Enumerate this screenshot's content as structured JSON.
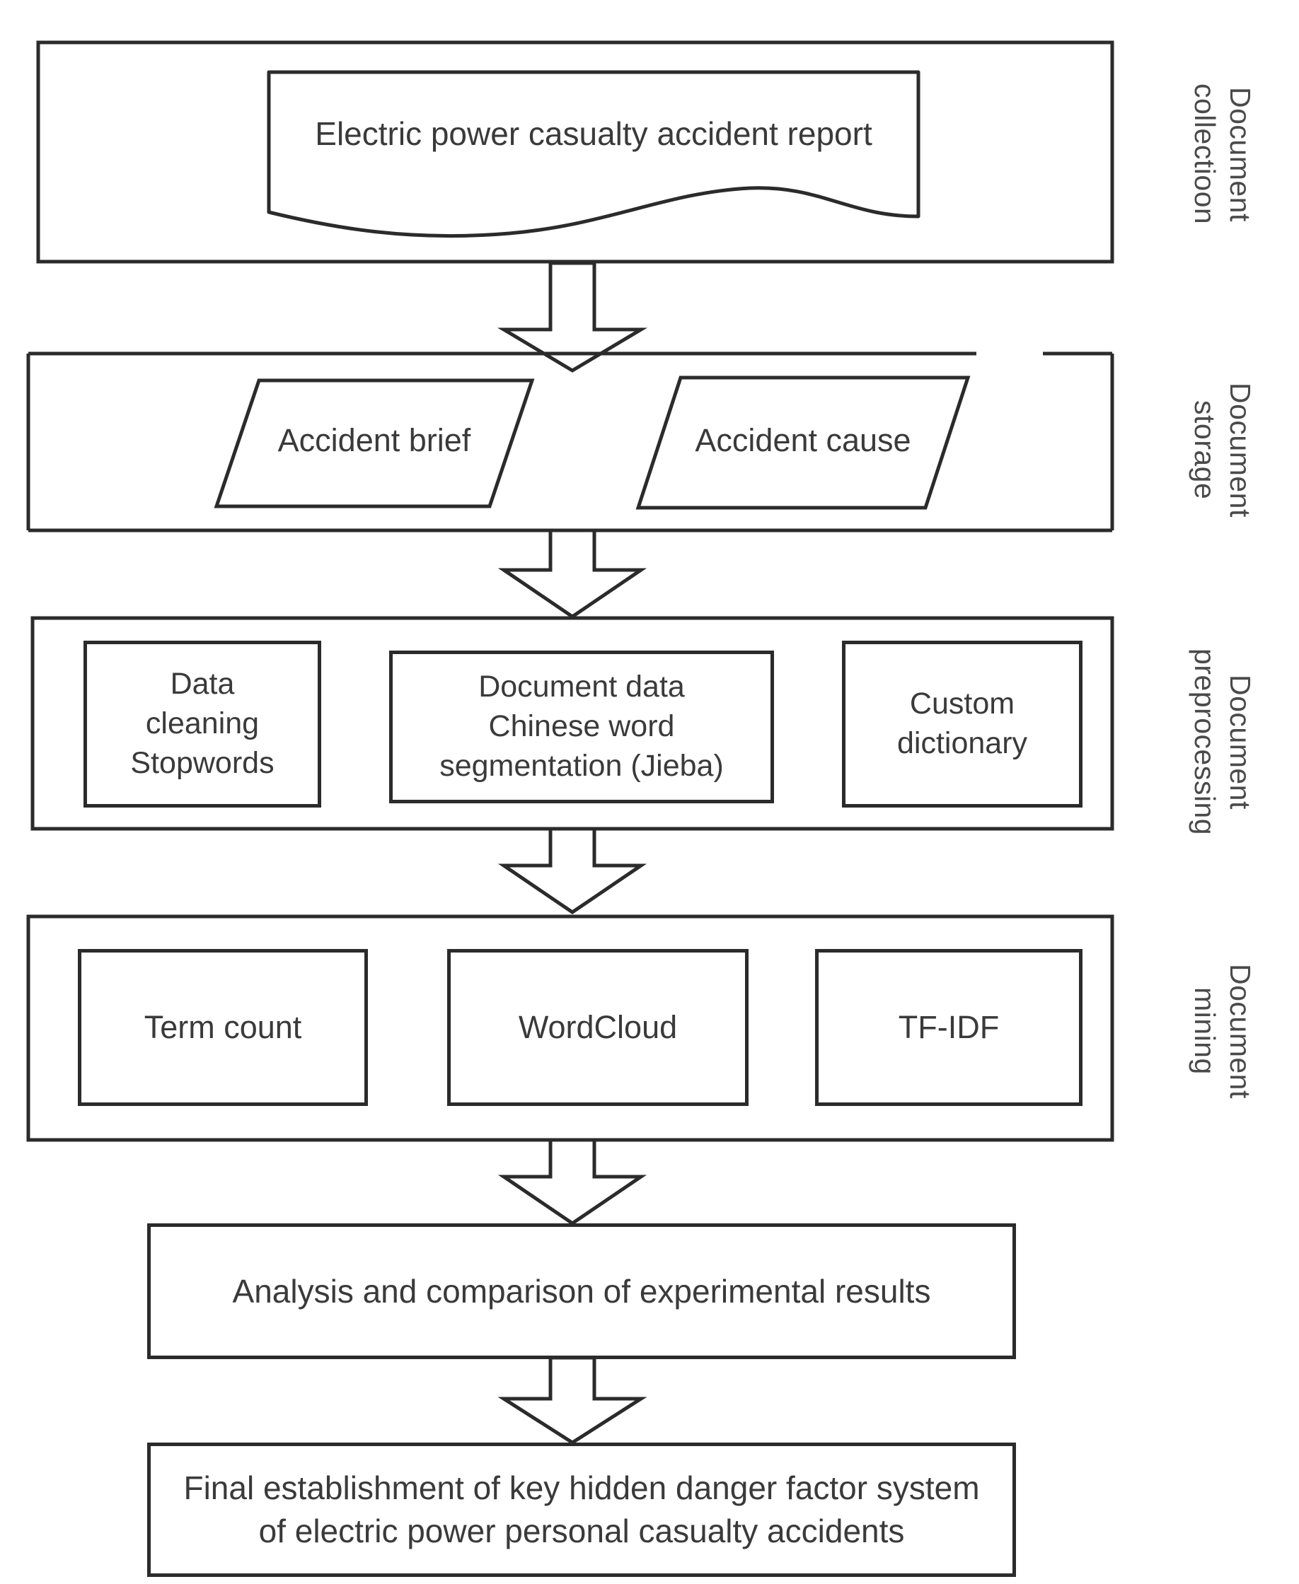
{
  "figure": {
    "type": "flowchart",
    "orientation": "vertical",
    "stages": [
      {
        "side_label": "Document\ncollectioon",
        "nodes": [
          {
            "label": "Electric power casualty accident report",
            "shape": "document"
          }
        ]
      },
      {
        "side_label": "Document\nstorage",
        "nodes": [
          {
            "label": "Accident brief",
            "shape": "parallelogram"
          },
          {
            "label": "Accident cause",
            "shape": "parallelogram"
          }
        ]
      },
      {
        "side_label": "Document\npreprocessing",
        "nodes": [
          {
            "label": "Data\ncleaning\nStopwords",
            "shape": "rectangle"
          },
          {
            "label": "Document data\nChinese word\nsegmentation (Jieba)",
            "shape": "rectangle"
          },
          {
            "label": "Custom\ndictionary",
            "shape": "rectangle"
          }
        ]
      },
      {
        "side_label": "Document\nmining",
        "nodes": [
          {
            "label": "Term count",
            "shape": "rectangle"
          },
          {
            "label": "WordCloud",
            "shape": "rectangle"
          },
          {
            "label": "TF-IDF",
            "shape": "rectangle"
          }
        ]
      }
    ],
    "terminal_nodes": [
      {
        "label": "Analysis and comparison of experimental results",
        "shape": "rectangle"
      },
      {
        "label": "Final establishment of key hidden danger factor system\nof electric power personal casualty accidents",
        "shape": "rectangle"
      }
    ],
    "connectors": [
      {
        "name": "arrow-collection-to-storage",
        "direction": "down"
      },
      {
        "name": "arrow-storage-to-preprocessing",
        "direction": "down"
      },
      {
        "name": "arrow-preprocessing-to-mining",
        "direction": "down"
      },
      {
        "name": "arrow-mining-to-analysis",
        "direction": "down"
      },
      {
        "name": "arrow-analysis-to-final",
        "direction": "down"
      }
    ],
    "colors": {
      "stroke": "#2b2b2b",
      "text": "#3a3a3a",
      "background": "#ffffff"
    }
  }
}
